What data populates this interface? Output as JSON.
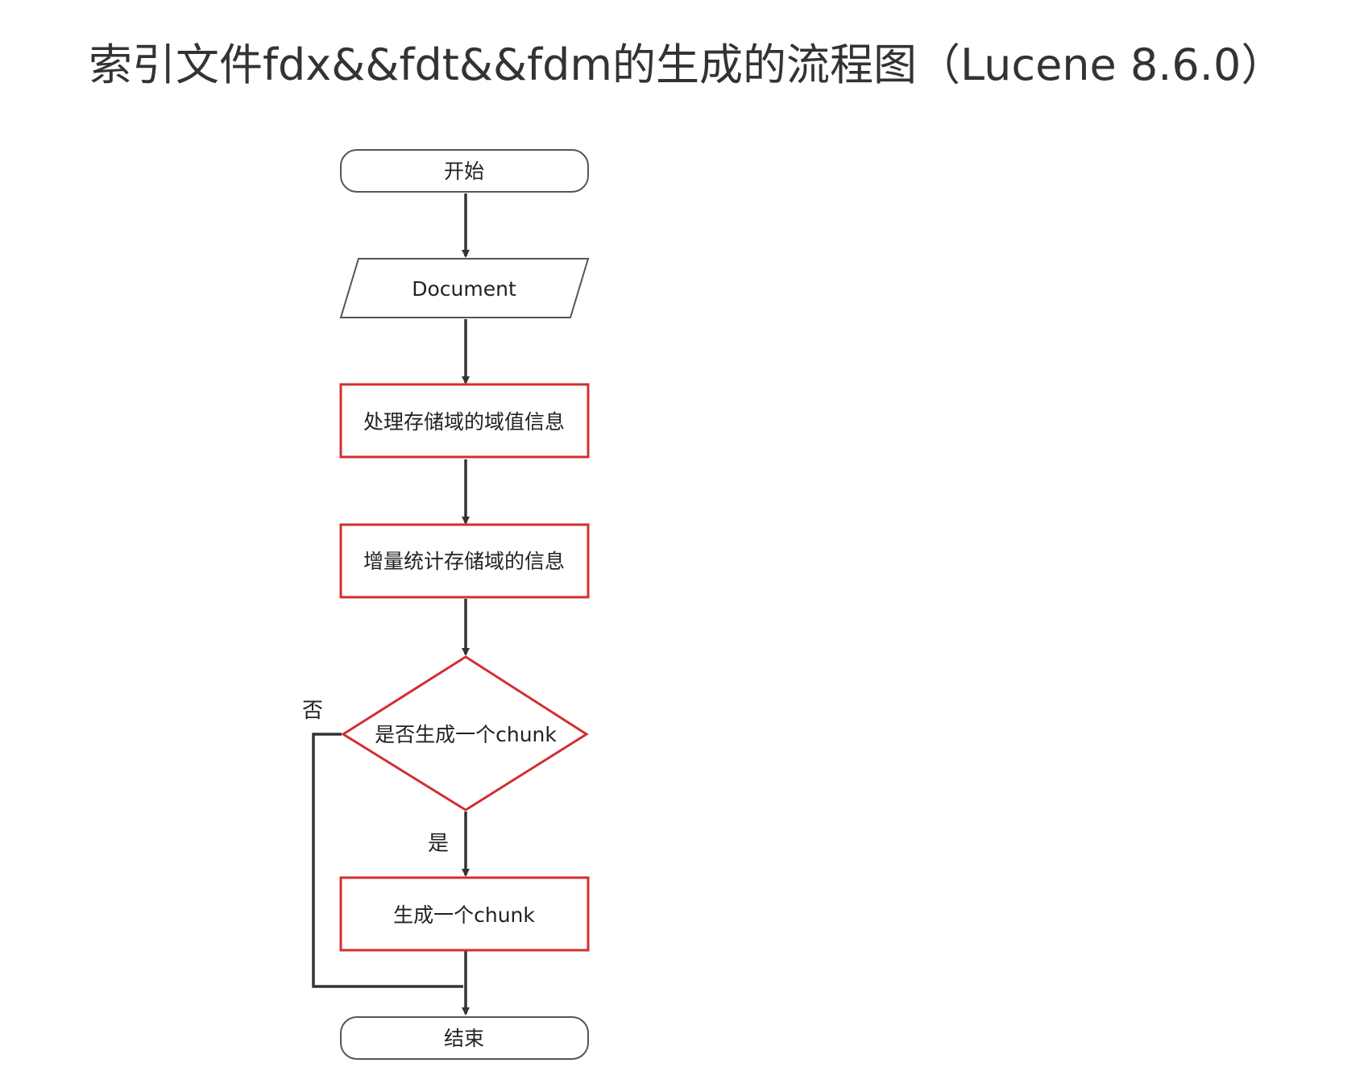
{
  "title": "索引文件fdx&&fdt&&fdm的生成的流程图（Lucene 8.6.0）",
  "colors": {
    "highlight_border": "#d32f2f",
    "normal_border": "#555555",
    "arrow": "#333333",
    "title_text": "#333333"
  },
  "nodes": {
    "start": "开始",
    "document": "Document",
    "process_stored_fields": "处理存储域的域值信息",
    "count_stored_fields": "增量统计存储域的信息",
    "decision": "是否生成一个chunk",
    "generate_chunk": "生成一个chunk",
    "end": "结束"
  },
  "edges": {
    "yes_label": "是",
    "no_label": "否"
  }
}
